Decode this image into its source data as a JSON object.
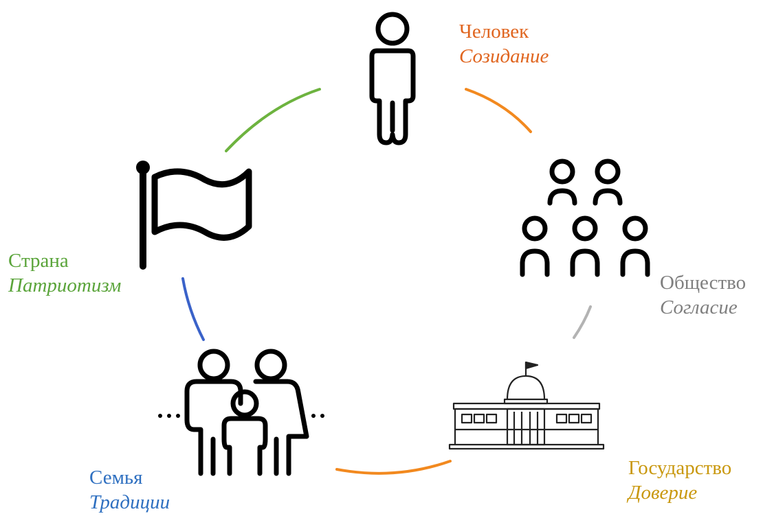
{
  "nodes": [
    {
      "id": "person",
      "title": "Человек",
      "value": "Созидание",
      "color": "#e0651f",
      "icon": "person-icon"
    },
    {
      "id": "society",
      "title": "Общество",
      "value": "Согласие",
      "color": "#7f7f7f",
      "icon": "group-of-people-icon"
    },
    {
      "id": "state",
      "title": "Государство",
      "value": "Доверие",
      "color": "#c9980f",
      "icon": "government-building-icon"
    },
    {
      "id": "family",
      "title": "Семья",
      "value": "Традиции",
      "color": "#2e6fc0",
      "icon": "family-icon"
    },
    {
      "id": "country",
      "title": "Страна",
      "value": "Патриотизм",
      "color": "#5aa43a",
      "icon": "flag-icon"
    }
  ],
  "connectors": [
    {
      "from": "country",
      "to": "person",
      "color": "#6db33f"
    },
    {
      "from": "person",
      "to": "society",
      "color": "#f2891f"
    },
    {
      "from": "society",
      "to": "state",
      "color": "#b3b3b3"
    },
    {
      "from": "state",
      "to": "family",
      "color": "#f2891f"
    },
    {
      "from": "family",
      "to": "country",
      "color": "#3a62c9"
    }
  ]
}
